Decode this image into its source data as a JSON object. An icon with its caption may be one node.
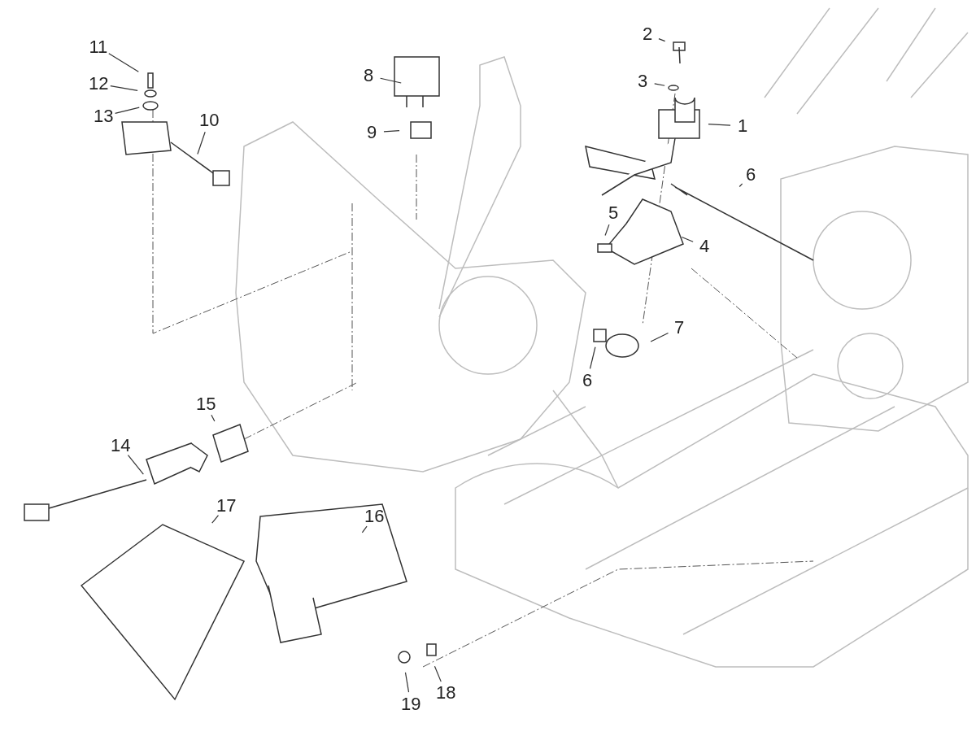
{
  "diagram": {
    "nodes": [
      {
        "text": [
          "1"
        ]
      },
      {
        "text": [
          "2"
        ]
      },
      {
        "text": [
          "3"
        ]
      },
      {
        "text": [
          "4"
        ]
      },
      {
        "text": [
          "5"
        ]
      },
      {
        "text": [
          "6"
        ]
      },
      {
        "text": [
          "6"
        ]
      },
      {
        "text": [
          "7"
        ]
      },
      {
        "text": [
          "8"
        ]
      },
      {
        "text": [
          "9"
        ]
      },
      {
        "text": [
          "10"
        ]
      },
      {
        "text": [
          "11"
        ]
      },
      {
        "text": [
          "12"
        ]
      },
      {
        "text": [
          "13"
        ]
      },
      {
        "text": [
          "14"
        ]
      },
      {
        "text": [
          "15"
        ]
      },
      {
        "text": [
          "16"
        ]
      },
      {
        "text": [
          "17"
        ]
      },
      {
        "text": [
          "18"
        ]
      },
      {
        "text": [
          "19"
        ]
      }
    ],
    "edges": [
      {
        "from": 0,
        "to": null,
        "arrow": "none"
      },
      {
        "from": 1,
        "to": null,
        "arrow": "none"
      },
      {
        "from": 2,
        "to": null,
        "arrow": "none"
      },
      {
        "from": 3,
        "to": null,
        "arrow": "none"
      },
      {
        "from": 4,
        "to": null,
        "arrow": "none"
      },
      {
        "from": 5,
        "to": null,
        "arrow": "none"
      },
      {
        "from": 6,
        "to": null,
        "arrow": "none"
      },
      {
        "from": 7,
        "to": null,
        "arrow": "none"
      },
      {
        "from": 8,
        "to": null,
        "arrow": "none"
      },
      {
        "from": 9,
        "to": null,
        "arrow": "none"
      },
      {
        "from": 10,
        "to": null,
        "arrow": "none"
      },
      {
        "from": 11,
        "to": null,
        "arrow": "none"
      },
      {
        "from": 12,
        "to": null,
        "arrow": "none"
      },
      {
        "from": 13,
        "to": null,
        "arrow": "none"
      },
      {
        "from": 14,
        "to": null,
        "arrow": "none"
      },
      {
        "from": 15,
        "to": null,
        "arrow": "none"
      },
      {
        "from": 16,
        "to": null,
        "arrow": "none"
      },
      {
        "from": 17,
        "to": null,
        "arrow": "none"
      },
      {
        "from": 18,
        "to": null,
        "arrow": "none"
      },
      {
        "from": 19,
        "to": null,
        "arrow": "none"
      }
    ]
  }
}
